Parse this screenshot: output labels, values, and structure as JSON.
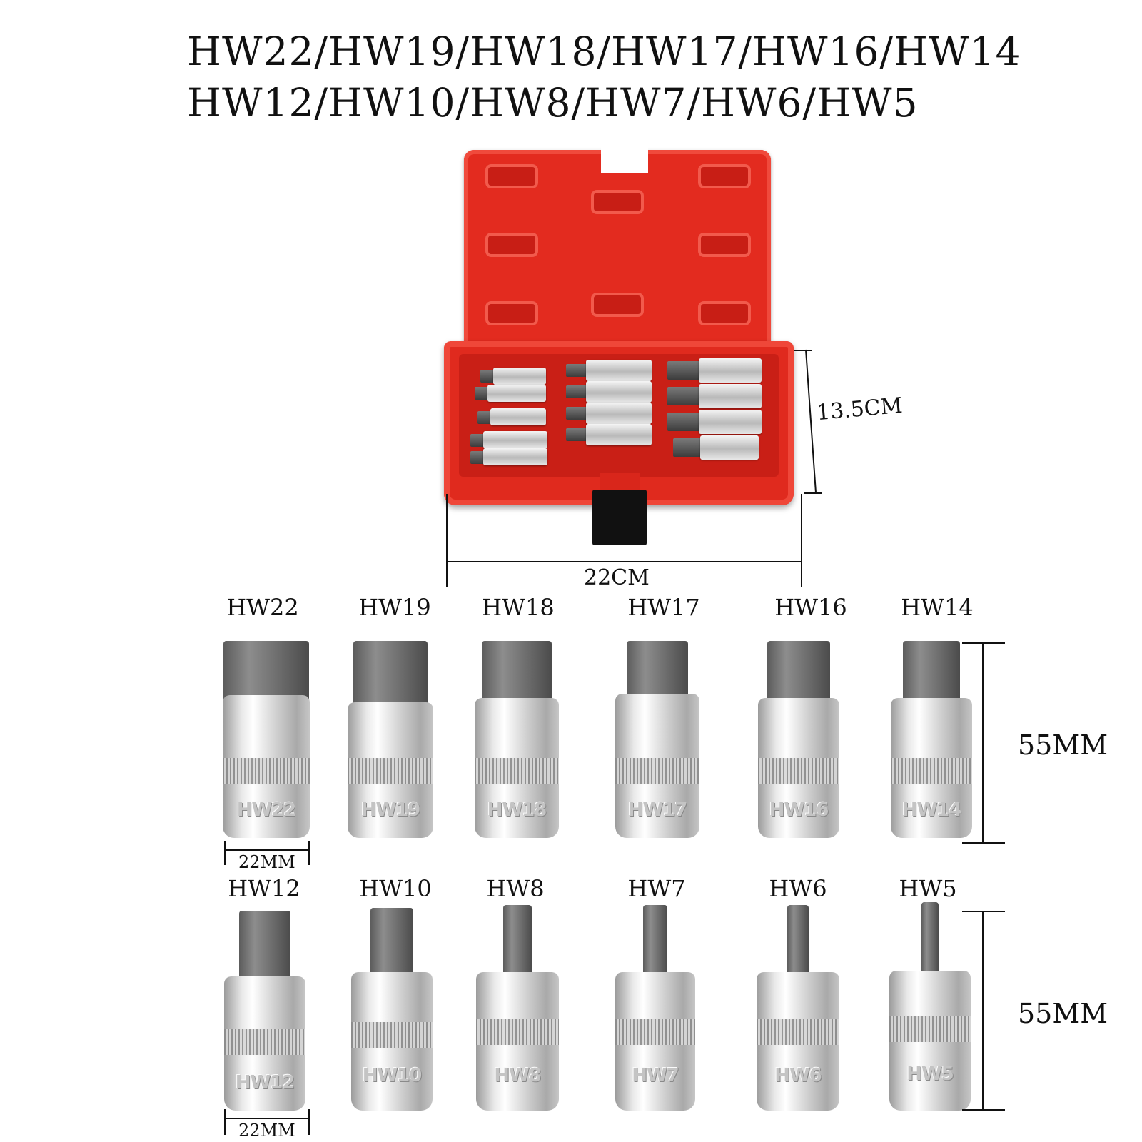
{
  "title": {
    "line1": "HW22/HW19/HW18/HW17/HW16/HW14",
    "line2": "HW12/HW10/HW8/HW7/HW6/HW5"
  },
  "case": {
    "height_label": "13.5CM",
    "width_label": "22CM",
    "color": "#e32b1f"
  },
  "rows": [
    {
      "height_label": "55MM",
      "width_label": "22MM",
      "bits": [
        {
          "label": "HW22",
          "engraving": "HW22"
        },
        {
          "label": "HW19",
          "engraving": "HW19"
        },
        {
          "label": "HW18",
          "engraving": "HW18"
        },
        {
          "label": "HW17",
          "engraving": "HW17"
        },
        {
          "label": "HW16",
          "engraving": "HW16"
        },
        {
          "label": "HW14",
          "engraving": "HW14"
        }
      ]
    },
    {
      "height_label": "55MM",
      "width_label": "22MM",
      "bits": [
        {
          "label": "HW12",
          "engraving": "HW12"
        },
        {
          "label": "HW10",
          "engraving": "HW10"
        },
        {
          "label": "HW8",
          "engraving": "HW8"
        },
        {
          "label": "HW7",
          "engraving": "HW7"
        },
        {
          "label": "HW6",
          "engraving": "HW6"
        },
        {
          "label": "HW5",
          "engraving": "HW5"
        }
      ]
    }
  ]
}
